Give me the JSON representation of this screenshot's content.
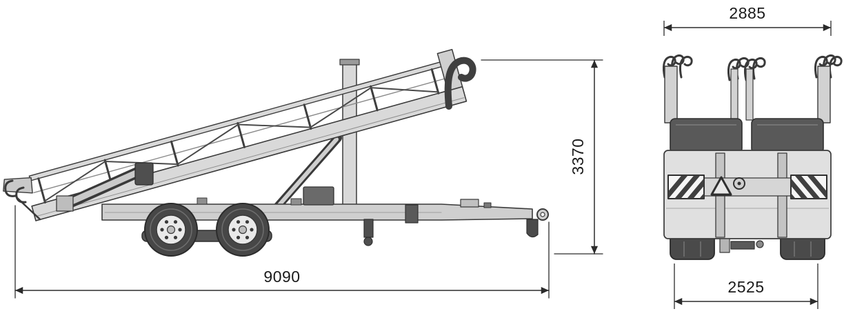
{
  "drawing": {
    "views": {
      "side": {
        "length_label": "9090",
        "height_label": "3370"
      },
      "rear": {
        "overall_width_label": "2885",
        "track_width_label": "2525"
      }
    },
    "icons": {
      "warning_triangle": "rear-warning-triangle",
      "hazard_boards": "striped-reflector-boards",
      "speed_badge": "round-rear-badge"
    },
    "colors": {
      "line": "#3a3a3a",
      "dimension_line": "#2b2b2b",
      "fill_light": "#d9d9d9",
      "fill_mid": "#9a9a9a",
      "fill_dark": "#4a4a4a",
      "background": "#ffffff"
    }
  }
}
